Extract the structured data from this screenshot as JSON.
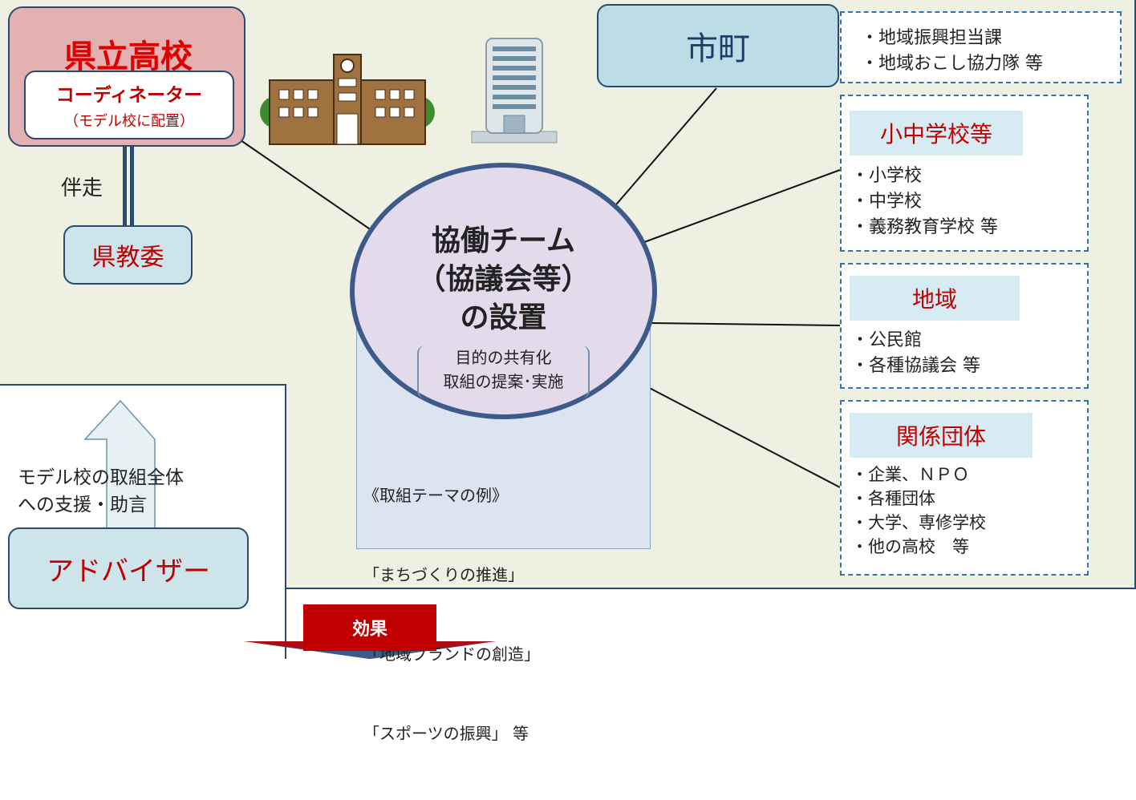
{
  "school": {
    "title": "県立高校",
    "coordinator": "コーディネーター",
    "coordinator_note": "（モデル校に配置）"
  },
  "accompany_label": "伴走",
  "board": {
    "label": "県教委"
  },
  "city": {
    "label": "市町",
    "items": [
      "・地域振興担当課",
      "・地域おこし協力隊 等"
    ]
  },
  "schools_group": {
    "title": "小中学校等",
    "items": [
      "・小学校",
      "・中学校",
      "・義務教育学校 等"
    ]
  },
  "region_group": {
    "title": "地域",
    "items": [
      "・公民館",
      "・各種協議会 等"
    ]
  },
  "org_group": {
    "title": "関係団体",
    "items": [
      "・企業、ＮＰＯ",
      "・各種団体",
      "・大学、専修学校",
      "・他の高校　等"
    ]
  },
  "team": {
    "title_lines": [
      "協働チーム",
      "（協議会等）",
      "の設置"
    ],
    "sub_lines": [
      "目的の共有化",
      "取組の提案･実施"
    ]
  },
  "themes": {
    "heading": "《取組テーマの例》",
    "items": [
      "「まちづくりの推進」",
      "「地域ブランドの創造」",
      "「スポーツの振興」 等"
    ]
  },
  "advisor": {
    "support_lines": [
      "モデル校の取組全体",
      "への支援・助言"
    ],
    "label": "アドバイザー"
  },
  "effect_label": "効果",
  "colors": {
    "panel_bg": "#eef0e2",
    "accent_red": "#c00000",
    "border_navy": "#2a4a72",
    "light_blue": "#cde4ea",
    "pink": "#e3b1b1",
    "lavender": "#e3dbeb"
  }
}
